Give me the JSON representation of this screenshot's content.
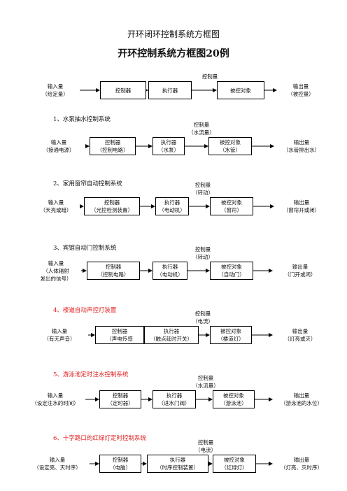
{
  "title": "开环闭环控制系统方框图",
  "subtitle": "开环控制系统方框图20例",
  "header": {
    "input": [
      "输入量",
      "（给定量）"
    ],
    "controller": [
      "控制器"
    ],
    "actuator": [
      "执行器"
    ],
    "plant": [
      "被控对象"
    ],
    "output": [
      "输出量",
      "（被控量）"
    ],
    "control_var": [
      "控制量"
    ]
  },
  "sections": [
    {
      "title": "1、水泵抽水控制系统",
      "red": false,
      "input": [
        "输入量",
        "（接通电源）"
      ],
      "control_var": [
        "控制量",
        "（水流量）"
      ],
      "controller": [
        "控制器",
        "（控制电路）"
      ],
      "actuator": [
        "执行器",
        "（水泵）"
      ],
      "plant": [
        "被控对象",
        "（水管）"
      ],
      "output": [
        "输出量",
        "（水管排出水）"
      ]
    },
    {
      "title": "2、家用窗帘自动控制系统",
      "red": false,
      "input": [
        "输入量",
        "（天亮或暗）"
      ],
      "control_var": [
        "控制量",
        "（转动）"
      ],
      "controller": [
        "控制器",
        "（光控检测装置）"
      ],
      "actuator": [
        "执行器",
        "（电动机）"
      ],
      "plant": [
        "被控对象",
        "（窗帘）"
      ],
      "output": [
        "输出量",
        "（窗帘开或闭）"
      ]
    },
    {
      "title": "3、宾馆自动门控制系统",
      "red": false,
      "input": [
        "输入量",
        "（人体辐射",
        "发出的信号）"
      ],
      "control_var": [
        "控制量",
        "（转动）"
      ],
      "controller": [
        "控制器",
        "（控制电路）"
      ],
      "actuator": [
        "执行器",
        "（电动机）"
      ],
      "plant": [
        "被控对象",
        "（自动门）"
      ],
      "output": [
        "输出量",
        "（门开或闭）"
      ]
    },
    {
      "title": "4、楼道自动声控灯装置",
      "red": true,
      "input": [
        "输入量",
        "（有无声音）"
      ],
      "control_var": [
        "控制量",
        "（电流）"
      ],
      "controller": [
        "控制器",
        "（声电传感"
      ],
      "actuator": [
        "执行器",
        "（触点延时开关）"
      ],
      "plant": [
        "被控对象",
        "（楼道灯）"
      ],
      "output": [
        "输出量",
        "（灯亮或灭）"
      ]
    },
    {
      "title": "5、游泳池定时注水控制系统",
      "red": true,
      "input": [
        "输入量",
        "（设定注水的时间）"
      ],
      "control_var": [
        "控制量",
        "（水流量）"
      ],
      "controller": [
        "控制器",
        "（定时器）"
      ],
      "actuator": [
        "执行器",
        "（进水门阀）"
      ],
      "plant": [
        "被控对象",
        "（游泳池）"
      ],
      "output": [
        "输出量",
        "（游泳池的水位）"
      ]
    },
    {
      "title": "6、十字路口的红绿灯定时控制系统",
      "red": true,
      "input": [
        "输入量",
        "（设定亮、灭时序）"
      ],
      "control_var": [
        "控制量",
        "（电流）"
      ],
      "controller": [
        "控制器",
        "（电脑）"
      ],
      "actuator": [
        "执行器",
        "（时序控制装置）"
      ],
      "plant": [
        "被控对象",
        "（红绿灯）"
      ],
      "output": [
        "输出量",
        "（灯亮、灭时序）"
      ]
    }
  ]
}
